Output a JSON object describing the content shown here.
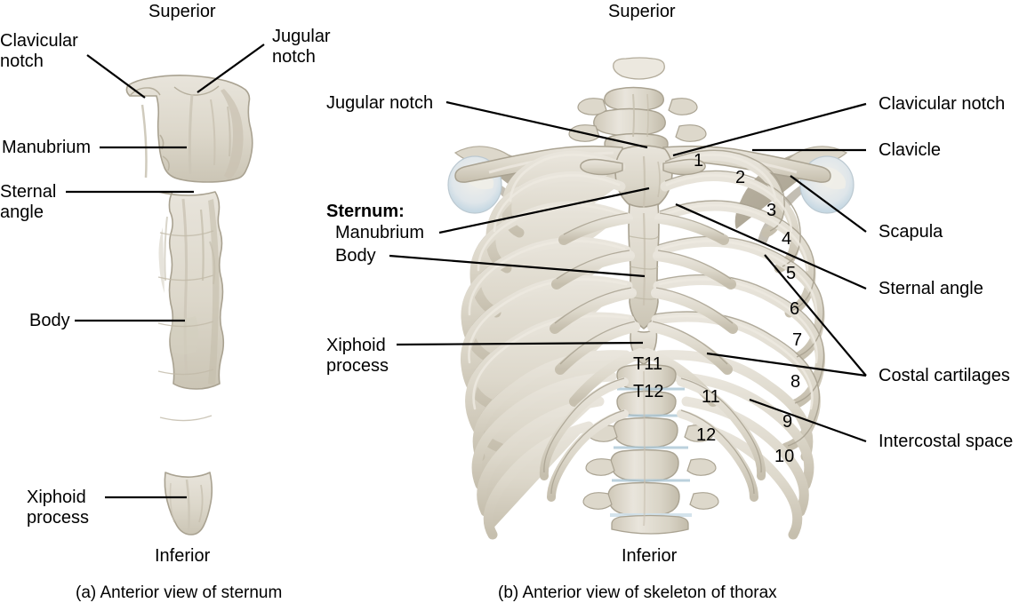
{
  "figure": {
    "panel_a": {
      "orientation_top": "Superior",
      "orientation_bottom": "Inferior",
      "caption": "(a) Anterior view of sternum",
      "labels": [
        {
          "id": "clavicular-notch",
          "text": "Clavicular\nnotch"
        },
        {
          "id": "jugular-notch",
          "text": "Jugular\nnotch"
        },
        {
          "id": "manubrium",
          "text": "Manubrium"
        },
        {
          "id": "sternal-angle",
          "text": "Sternal\nangle"
        },
        {
          "id": "body",
          "text": "Body"
        },
        {
          "id": "xiphoid-process",
          "text": "Xiphoid\nprocess"
        }
      ]
    },
    "panel_b": {
      "orientation_top": "Superior",
      "orientation_bottom": "Inferior",
      "caption": "(b) Anterior view of skeleton of thorax",
      "labels_left": [
        {
          "id": "jugular-notch",
          "text": "Jugular notch"
        },
        {
          "id": "sternum-heading",
          "text": "Sternum:",
          "bold": true
        },
        {
          "id": "sternum-manubrium",
          "text": "Manubrium"
        },
        {
          "id": "sternum-body",
          "text": "Body"
        },
        {
          "id": "xiphoid-process",
          "text": "Xiphoid\nprocess"
        }
      ],
      "labels_right": [
        {
          "id": "clavicular-notch",
          "text": "Clavicular notch"
        },
        {
          "id": "clavicle",
          "text": "Clavicle"
        },
        {
          "id": "scapula",
          "text": "Scapula"
        },
        {
          "id": "sternal-angle",
          "text": "Sternal angle"
        },
        {
          "id": "costal-cartilages",
          "text": "Costal cartilages"
        },
        {
          "id": "intercostal-space",
          "text": "Intercostal space"
        }
      ],
      "vertebra_labels": [
        "T11",
        "T12"
      ],
      "rib_numbers": [
        "1",
        "2",
        "3",
        "4",
        "5",
        "6",
        "7",
        "8",
        "9",
        "10",
        "11",
        "12"
      ]
    }
  },
  "colors": {
    "background": "#ffffff",
    "bone_fill": "#ddd8cb",
    "bone_light": "#ece8df",
    "bone_mid": "#d3cdbe",
    "bone_shadow": "#bfb8a7",
    "bone_outline": "#aaa392",
    "cartilage": "#d8d3c6",
    "scapula_shadow": "#a79f8e",
    "humerus_blue": "#cfe0ea",
    "leader_line": "#000000",
    "text": "#000000"
  }
}
